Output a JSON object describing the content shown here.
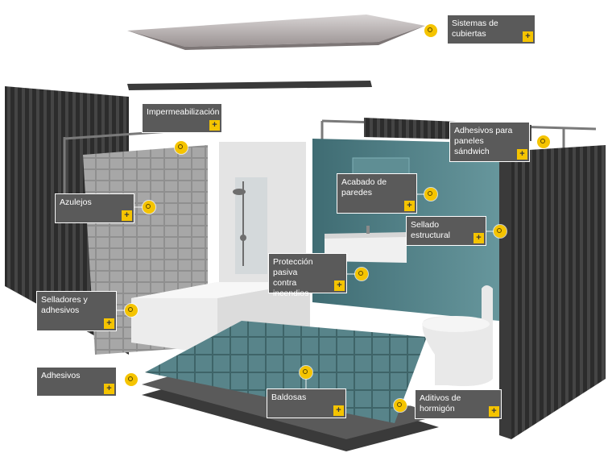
{
  "colors": {
    "accent": "#f5c400",
    "label_bg": "#5a5a5a",
    "label_text": "#ffffff"
  },
  "labels": {
    "roof": "Sistemas de cubiertas",
    "waterproofing": "Impermeabilización",
    "sandwich": "Adhesivos para\npaneles sándwich",
    "tiles": "Azulejos",
    "wall_finish": "Acabado de\nparedes",
    "structural_sealing": "Sellado estructural",
    "fire_protection": "Protección pasiva\ncontra incendios",
    "sealants": "Selladores y\nadhesivos",
    "adhesives": "Adhesivos",
    "floor_tiles": "Baldosas",
    "concrete": "Aditivos de hormigón"
  },
  "icons": {
    "plus": "+",
    "hotspot": "hotspot-icon"
  }
}
